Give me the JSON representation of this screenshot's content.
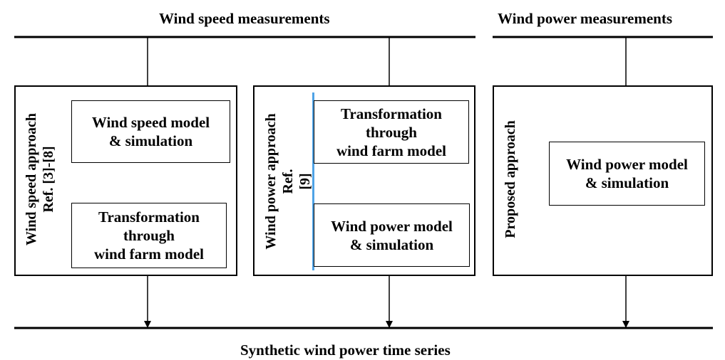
{
  "headers": {
    "top_left": "Wind speed measurements",
    "top_right": "Wind power measurements",
    "bottom": "Synthetic wind power time series"
  },
  "approaches": [
    {
      "label": "Wind speed approach",
      "ref": "Ref. [3]-[8]",
      "step1": [
        "Wind speed model",
        "& simulation"
      ],
      "step2": [
        "Transformation",
        "through",
        "wind farm model"
      ]
    },
    {
      "label": "Wind power approach",
      "ref_prefix": "Ref. ",
      "ref_link": "[9]",
      "step1": [
        "Transformation",
        "through",
        "wind farm model"
      ],
      "step2": [
        "Wind power model",
        "& simulation"
      ]
    },
    {
      "label": "Proposed approach",
      "step1": [
        "Wind power model",
        "& simulation"
      ]
    }
  ]
}
